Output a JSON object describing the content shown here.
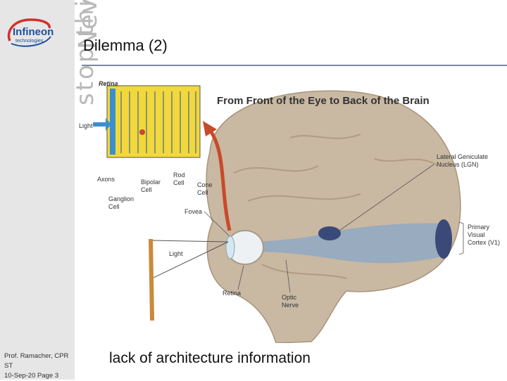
{
  "slide": {
    "title": "Dilemma (2)",
    "bottom_text": "lack of architecture information"
  },
  "sidebar": {
    "logo_name": "Infineon",
    "logo_sub": "technologies",
    "slogan_part1": "Never",
    "slogan_part2": "stop thinking",
    "footer_line1": "Prof. Ramacher, CPR ST",
    "footer_line2": "10-Sep-20 Page 3"
  },
  "figure": {
    "title": "From Front of the Eye to Back of the Brain",
    "labels": {
      "retina_top": "Retina",
      "light_top": "Light",
      "axons": "Axons",
      "bipolar1": "Bipolar",
      "bipolar2": "Cell",
      "rod1": "Rod",
      "rod2": "Cell",
      "cone1": "Cone",
      "cone2": "Cell",
      "ganglion1": "Ganglion",
      "ganglion2": "Cell",
      "fovea": "Fovea",
      "light_bottom": "Light",
      "retina_bottom": "Retina",
      "optic1": "Optic",
      "optic2": "Nerve",
      "lgn1": "Lateral Geniculate",
      "lgn2": "Nucleus (LGN)",
      "v1_1": "Primary",
      "v1_2": "Visual",
      "v1_3": "Cortex (V1)"
    }
  },
  "colors": {
    "brand_blue": "#1f4fa0",
    "sidebar_bg": "#e6e6e6",
    "brain": "#c9b8a2",
    "pathway": "#8fa8c4",
    "retina_yellow": "#f2d83a",
    "arrow": "#c84a2a"
  }
}
